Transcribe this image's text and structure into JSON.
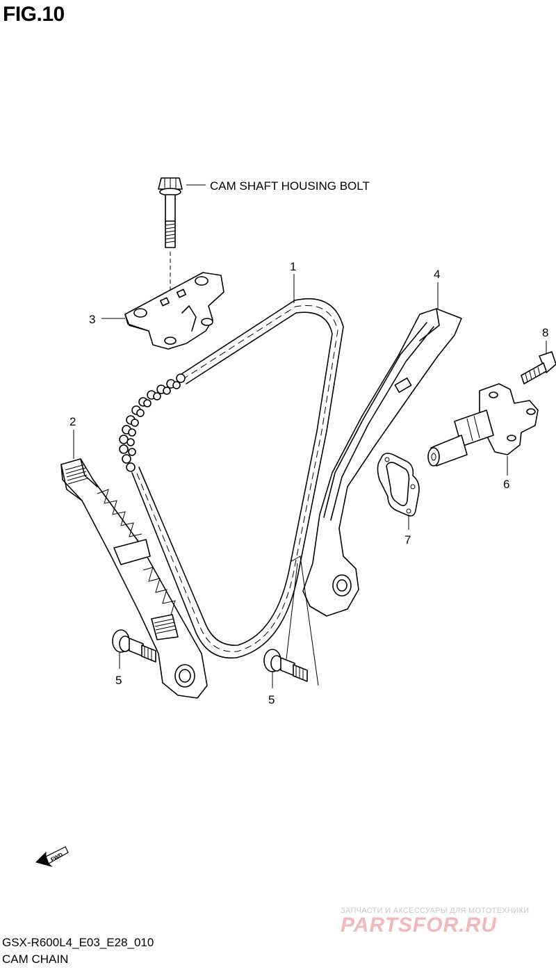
{
  "figure": {
    "title": "FIG.10"
  },
  "callouts": {
    "bolt_note": "CAM SHAFT HOUSING BOLT",
    "p1": "1",
    "p2": "2",
    "p3": "3",
    "p4": "4",
    "p5a": "5",
    "p5b": "5",
    "p6": "6",
    "p7": "7",
    "p8": "8"
  },
  "fwd_icon": {
    "name": "fwd-arrow-icon",
    "label": "FWD"
  },
  "footer": {
    "code": "GSX-R600L4_E03_E28_010",
    "name": "CAM CHAIN"
  },
  "watermark": {
    "tagline": "ЗАПЧАСТИ И АКСЕССУАРЫ ДЛЯ МОТОТЕХНИКИ",
    "logo": "PARTSFOR.RU",
    "color": "#f3b9b9"
  }
}
